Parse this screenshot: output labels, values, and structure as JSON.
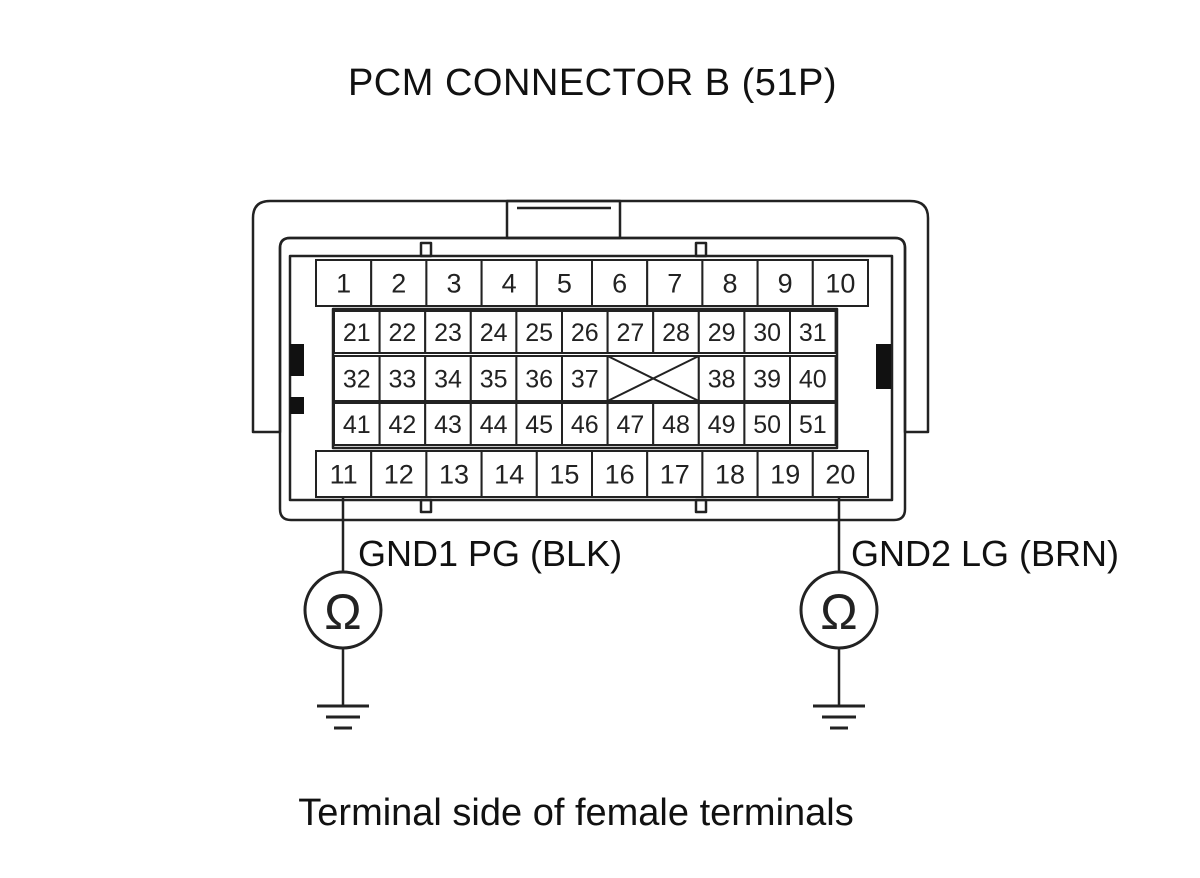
{
  "diagram": {
    "title": "PCM CONNECTOR B (51P)",
    "caption": "Terminal side of female terminals",
    "rows": [
      [
        "1",
        "2",
        "3",
        "4",
        "5",
        "6",
        "7",
        "8",
        "9",
        "10"
      ],
      [
        "21",
        "22",
        "23",
        "24",
        "25",
        "26",
        "27",
        "28",
        "29",
        "30",
        "31"
      ],
      [
        "32",
        "33",
        "34",
        "35",
        "36",
        "37",
        "",
        "38",
        "39",
        "40"
      ],
      [
        "41",
        "42",
        "43",
        "44",
        "45",
        "46",
        "47",
        "48",
        "49",
        "50",
        "51"
      ],
      [
        "11",
        "12",
        "13",
        "14",
        "15",
        "16",
        "17",
        "18",
        "19",
        "20"
      ]
    ],
    "probes": [
      {
        "label": "GND1 PG (BLK)",
        "terminal": "11",
        "meter_symbol": "Ω",
        "meter_icon": "ohmmeter-icon",
        "ground_icon": "ground-icon"
      },
      {
        "label": "GND2 LG (BRN)",
        "terminal": "20",
        "meter_symbol": "Ω",
        "meter_icon": "ohmmeter-icon",
        "ground_icon": "ground-icon"
      }
    ]
  }
}
